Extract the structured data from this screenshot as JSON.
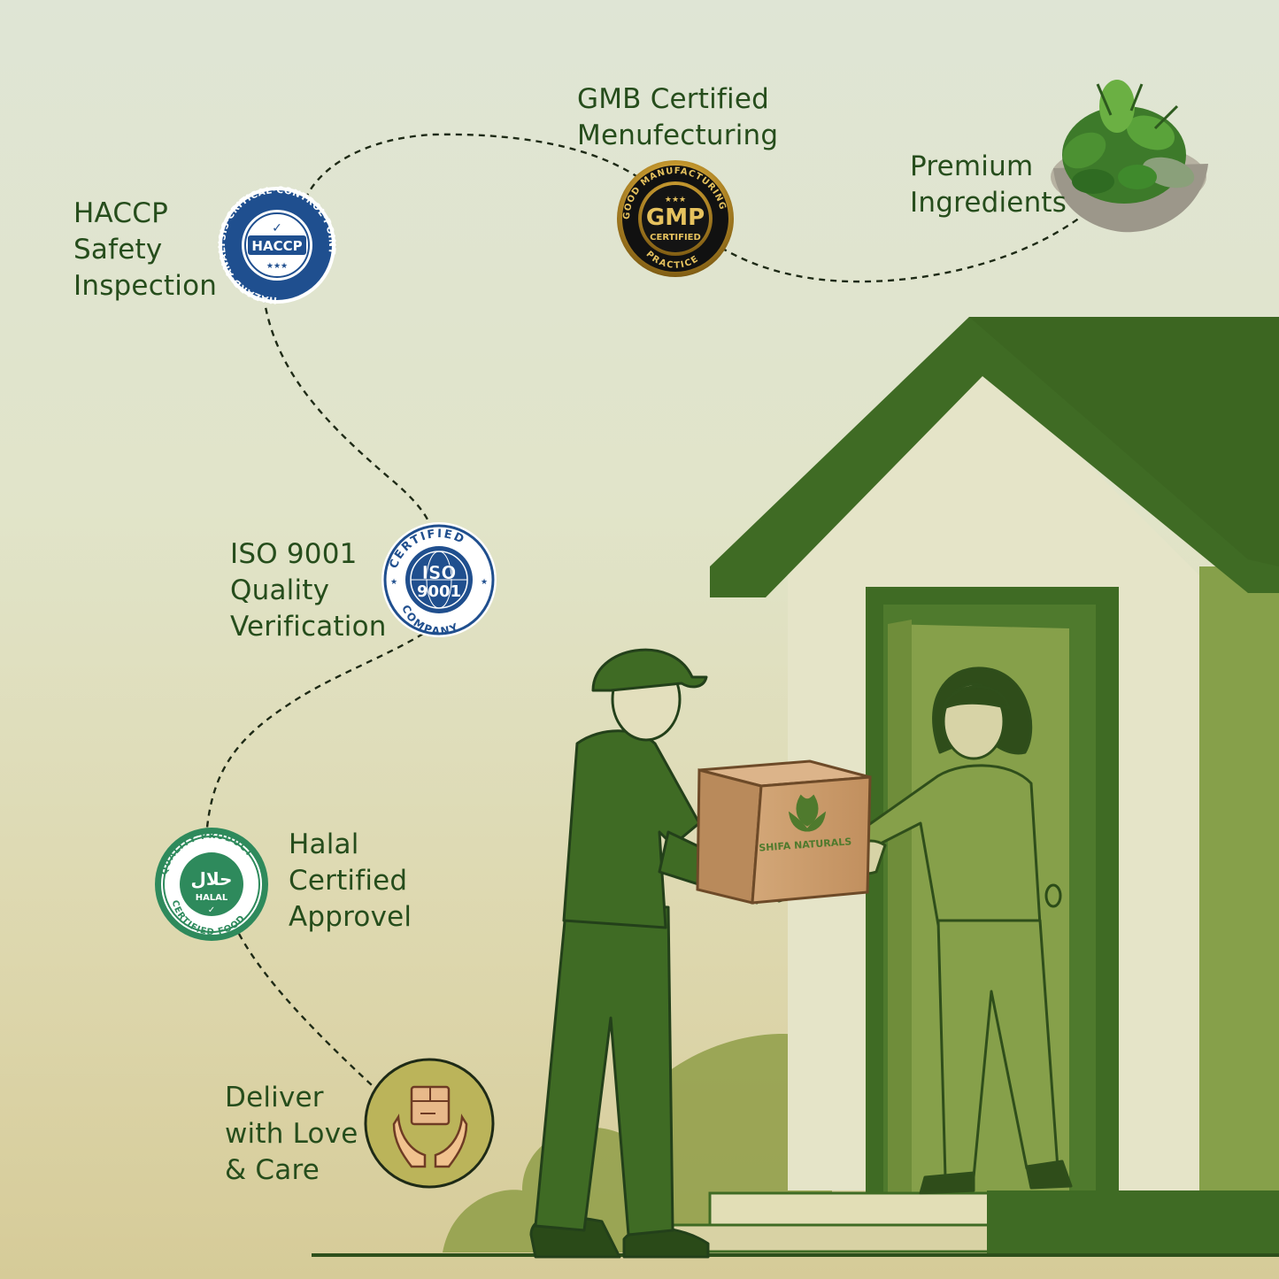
{
  "steps": [
    {
      "lines": [
        "HACCP",
        "Safety",
        "Inspection"
      ],
      "badge": {
        "arc": "HAZARD·ANALYSIS·CRITICAL·CONTROL·POINT",
        "center": "HACCP"
      }
    },
    {
      "lines": [
        "GMB Certified",
        "Menufecturing"
      ],
      "badge": {
        "arc_top": "GOOD MANUFACTURING",
        "arc_bottom": "PRACTICE",
        "center_big": "GMP",
        "center_small": "CERTIFIED"
      }
    },
    {
      "lines": [
        "Premium",
        "Ingredients"
      ],
      "icon": "herb-bowl-icon"
    },
    {
      "lines": [
        "ISO 9001",
        "Quality",
        "Verification"
      ],
      "badge": {
        "arc_top": "CERTIFIED",
        "arc_bottom": "COMPANY",
        "center_big": "ISO",
        "center_small": "9001"
      }
    },
    {
      "lines": [
        "Halal",
        "Certified",
        "Approvel"
      ],
      "badge": {
        "arc_top": "QUALITY PRODUCT",
        "arc_bottom": "CERTIFIED FOOD",
        "center_big": "حلال",
        "center_small": "HALAL"
      }
    },
    {
      "lines": [
        "Deliver",
        "with Love",
        "& Care"
      ],
      "icon": "hands-box-icon"
    }
  ],
  "box_brand": "SHIFA NATURALS",
  "colors": {
    "text": "#264d1c",
    "house_dark": "#3f6b24",
    "house_light": "#e5e4c8",
    "house_mid": "#86a04a",
    "haccp_blue": "#1f4f8f",
    "iso_blue": "#204f8e",
    "gmp_gold": "#c59a2f",
    "halal_green": "#2e8a5c",
    "deliver_bg": "#bbb45a",
    "box_kraft": "#c99a6c"
  }
}
